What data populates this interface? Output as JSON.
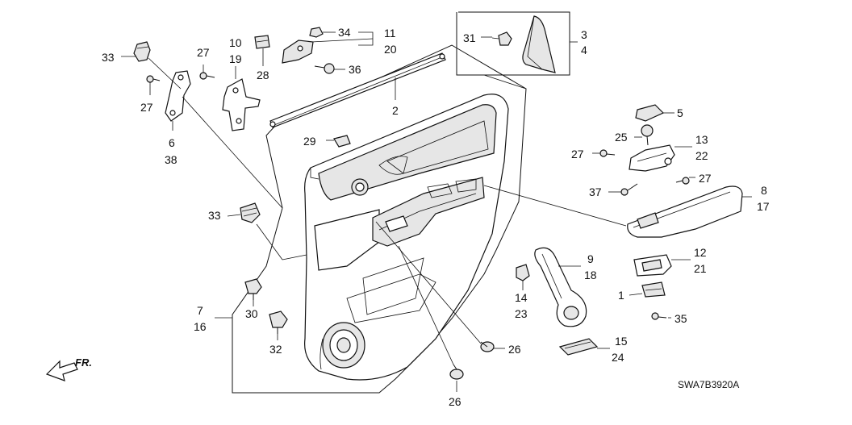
{
  "diagram": {
    "code": "SWA7B3920A",
    "direction_label": "FR.",
    "labels": [
      {
        "id": "l33a",
        "text": "33"
      },
      {
        "id": "l27a",
        "text": "27"
      },
      {
        "id": "l6",
        "text": "6"
      },
      {
        "id": "l38",
        "text": "38"
      },
      {
        "id": "l27b",
        "text": "27"
      },
      {
        "id": "l10",
        "text": "10"
      },
      {
        "id": "l19",
        "text": "19"
      },
      {
        "id": "l28",
        "text": "28"
      },
      {
        "id": "l34",
        "text": "34"
      },
      {
        "id": "l11",
        "text": "11"
      },
      {
        "id": "l20",
        "text": "20"
      },
      {
        "id": "l36",
        "text": "36"
      },
      {
        "id": "l31",
        "text": "31"
      },
      {
        "id": "l3",
        "text": "3"
      },
      {
        "id": "l4",
        "text": "4"
      },
      {
        "id": "l2",
        "text": "2"
      },
      {
        "id": "l5",
        "text": "5"
      },
      {
        "id": "l25",
        "text": "25"
      },
      {
        "id": "l13",
        "text": "13"
      },
      {
        "id": "l22",
        "text": "22"
      },
      {
        "id": "l27c",
        "text": "27"
      },
      {
        "id": "l27d",
        "text": "27"
      },
      {
        "id": "l37",
        "text": "37"
      },
      {
        "id": "l8",
        "text": "8"
      },
      {
        "id": "l17",
        "text": "17"
      },
      {
        "id": "l29",
        "text": "29"
      },
      {
        "id": "l33b",
        "text": "33"
      },
      {
        "id": "l9",
        "text": "9"
      },
      {
        "id": "l18",
        "text": "18"
      },
      {
        "id": "l14",
        "text": "14"
      },
      {
        "id": "l23",
        "text": "23"
      },
      {
        "id": "l12",
        "text": "12"
      },
      {
        "id": "l21",
        "text": "21"
      },
      {
        "id": "l1",
        "text": "1"
      },
      {
        "id": "l35",
        "text": "35"
      },
      {
        "id": "l7",
        "text": "7"
      },
      {
        "id": "l16",
        "text": "16"
      },
      {
        "id": "l30",
        "text": "30"
      },
      {
        "id": "l32",
        "text": "32"
      },
      {
        "id": "l26a",
        "text": "26"
      },
      {
        "id": "l15",
        "text": "15"
      },
      {
        "id": "l24",
        "text": "24"
      },
      {
        "id": "l26b",
        "text": "26"
      }
    ]
  }
}
